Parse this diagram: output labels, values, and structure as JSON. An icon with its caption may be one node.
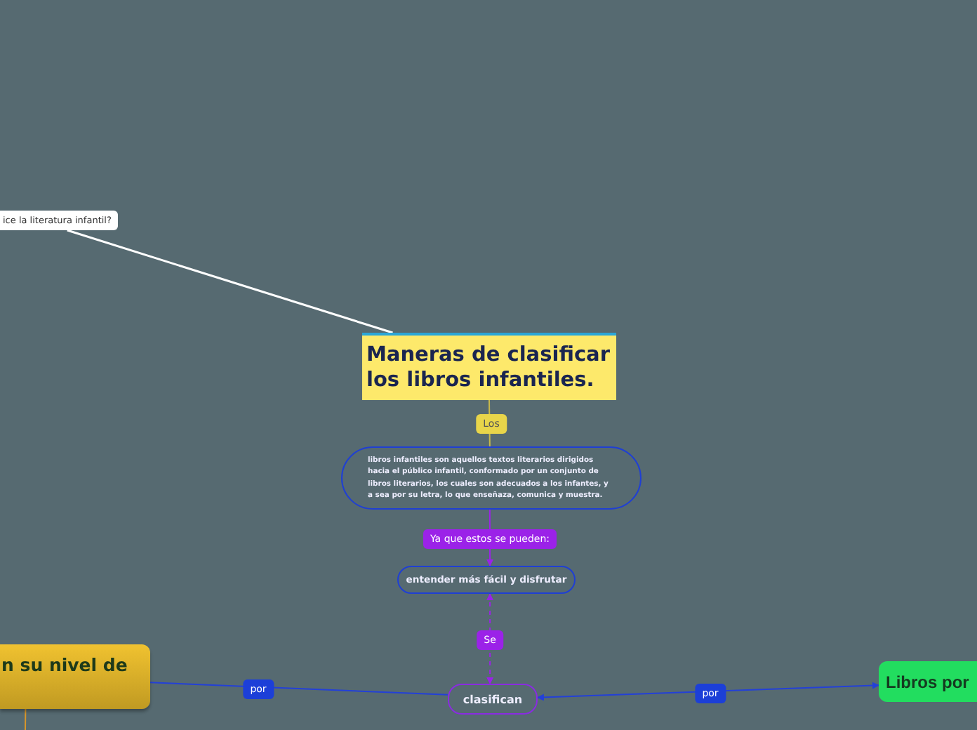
{
  "diagram": {
    "nodes": [
      {
        "text": [
          "ice la literatura infantil?"
        ]
      },
      {
        "text": [
          "Maneras de clasificar los libros infantiles."
        ]
      },
      {
        "text": [
          "libros infantiles son aquellos textos literarios dirigidos hacia el público infantil, conformado por un conjunto de libros literarios, los cuales son adecuados a los infantes, y a sea por su letra, lo que enseñaza, comunica y muestra."
        ]
      },
      {
        "text": [
          "entender más fácil y disfrutar"
        ]
      },
      {
        "text": [
          "clasifican"
        ]
      },
      {
        "text": [
          "n su nivel de"
        ]
      },
      {
        "text": [
          "Libros por"
        ]
      }
    ],
    "edges": [
      {
        "from": 0,
        "to": 1,
        "arrow": "none",
        "color": "#ffffff"
      },
      {
        "from": 1,
        "to": 2,
        "label": "Los",
        "arrow": "none",
        "color": "#c9b94a"
      },
      {
        "from": 2,
        "to": 3,
        "label": "Ya que estos se pueden:",
        "arrow": "to",
        "color": "#9b22e8"
      },
      {
        "from": 3,
        "to": 4,
        "label": "Se",
        "arrow": "both",
        "style": "dashed",
        "color": "#9b22e8"
      },
      {
        "from": 4,
        "to": 5,
        "label": "por",
        "arrow": "none",
        "color": "#2340d8"
      },
      {
        "from": 4,
        "to": 6,
        "label": "por",
        "arrow": "both",
        "color": "#2340d8"
      },
      {
        "from": 5,
        "to": null,
        "arrow": "none",
        "color": "#d8962a"
      }
    ]
  }
}
